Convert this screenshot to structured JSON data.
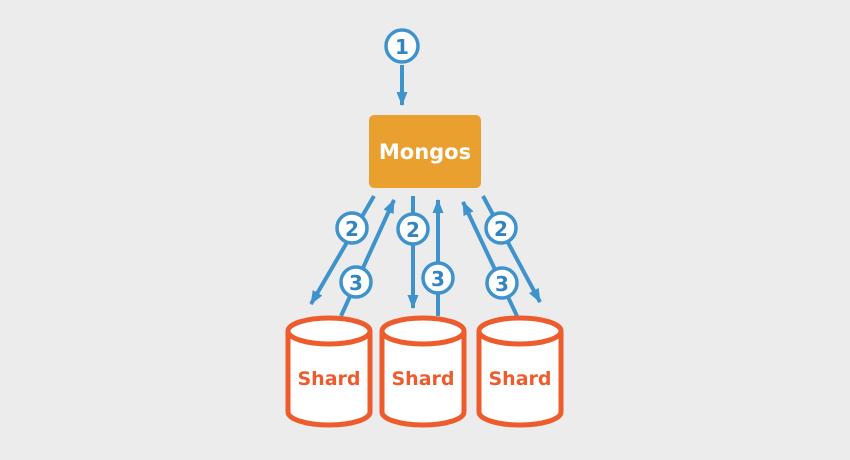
{
  "colors": {
    "background": "#ececec",
    "arrow_blue": "#3e93cc",
    "number_blue": "#3384c0",
    "node_orange": "#e9a02e",
    "node_text": "#ffffff",
    "shard_orange": "#ee5b2d",
    "shard_fill": "#ffffff",
    "badge_fill": "#ffffff"
  },
  "router": {
    "label": "Mongos"
  },
  "shards": [
    {
      "label": "Shard"
    },
    {
      "label": "Shard"
    },
    {
      "label": "Shard"
    }
  ],
  "step_badges": [
    {
      "label": "1"
    },
    {
      "label": "2"
    },
    {
      "label": "3"
    },
    {
      "label": "2"
    },
    {
      "label": "3"
    },
    {
      "label": "2"
    },
    {
      "label": "3"
    }
  ]
}
